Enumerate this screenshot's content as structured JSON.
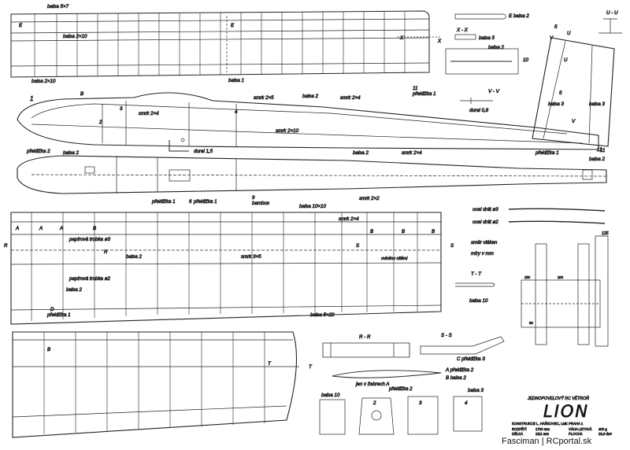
{
  "title": {
    "heading": "JEDNOPOVELOVÝ RC VĚTROŇ",
    "name": "LION",
    "constructor": "KONSTRUKCE L. HAŠKOVEC, LMK PRAHA 1",
    "spec_labels": [
      "ROZPĚTÍ",
      "DÉLKA"
    ],
    "spec_values": [
      "1700 mm",
      "1111 mm"
    ],
    "spec_labels_2": [
      "VÁHA LETOVÁ",
      "PLOCHA"
    ],
    "spec_values_2": [
      "400 g",
      "23,6 dm²"
    ]
  },
  "credit": "Fasciman | RCportal.sk",
  "wing_top": {
    "labels": {
      "balsa5x7": "balsa 5×7",
      "balsa2x10a": "balsa 2×10",
      "balsa2x10b": "balsa 2×10",
      "balsa1": "balsa 1",
      "e1": "E",
      "e2": "E",
      "x": "X",
      "x2": "X"
    }
  },
  "fuselage_side": {
    "labels": {
      "n1": "1",
      "b": "B",
      "n2": "2",
      "n3": "3",
      "n4": "4",
      "smrk2x4a": "smrk 2×4",
      "smrk2x5": "smrk 2×5",
      "balsa2a": "balsa 2",
      "smrk2x4b": "smrk 2×4",
      "smrk2x10": "smrk 2×10",
      "dural": "dural 1,5",
      "balsa2b": "balsa 2",
      "smrk2x4c": "smrk 2×4",
      "preklizka1": "překližka 1",
      "n11": "11"
    }
  },
  "fuselage_top": {
    "labels": {
      "preklizka2": "překližka 2",
      "balsa2": "balsa 2",
      "preklizka1": "překližka 1",
      "n6": "6",
      "preklizka1b": "překližka 1",
      "n9": "9",
      "bambus": "bambus",
      "smrk2x2": "smrk 2×2",
      "balsa2c": "balsa 2",
      "n11": "11"
    }
  },
  "wing_bottom_panel": {
    "labels": {
      "balsa10x10": "balsa 10×10",
      "smrk2x4": "smrk 2×4",
      "a1": "A",
      "a2": "A",
      "a3": "A",
      "b1": "B",
      "b2": "B",
      "b3": "B",
      "b4": "B",
      "r": "R",
      "r2": "R",
      "s": "S",
      "s2": "S",
      "paper3": "papírová trubka ø3",
      "paper2": "papírová trubka ø2",
      "balsa2a": "balsa 2",
      "balsa2b": "balsa 2",
      "smrk3x5": "smrk 3×5",
      "ovalenanitemi": "ovlněno nitěmi",
      "balsa5x20": "balsa 5×20",
      "preklizka1": "překližka 1",
      "d": "D"
    }
  },
  "tail_section": {
    "labels": {
      "e_balsa2": "E balsa 2",
      "xx": "X - X",
      "balsa5": "balsa 5",
      "balsa2": "balsa 2",
      "n10": "10",
      "uu": "U - U",
      "u1": "U",
      "u2": "U",
      "n5": "5",
      "n5b": "5",
      "v": "V",
      "v2": "V",
      "balsa3a": "balsa 3",
      "balsa3b": "balsa 3",
      "preklizka1": "překližka 1",
      "n11": "11",
      "vv": "V - V",
      "dural": "dural 0,8"
    }
  },
  "wire": {
    "ocel3": "ocel drát ø3",
    "ocel2": "ocel drát ø2"
  },
  "misc": {
    "smer_vlaken": "směr vláken",
    "miry_v_mm": "míry v mm",
    "tt": "T - T",
    "balsa10": "balsa 10",
    "rr": "R - R",
    "ss": "S - S",
    "c_preklizka3": "C překližka 3",
    "a_preklizka2": "A překližka 2",
    "b_balsa2": "B balsa 2",
    "jen_v_zebru": "jen v žebrech A",
    "balsa10b": "balsa 10",
    "preklizka2b": "překližka 2",
    "balsa3": "balsa 3",
    "t": "T",
    "b": "B",
    "n2": "2",
    "n3": "3",
    "n4": "4",
    "n125": "125",
    "n150": "150",
    "n90": "90",
    "n200": "200"
  }
}
